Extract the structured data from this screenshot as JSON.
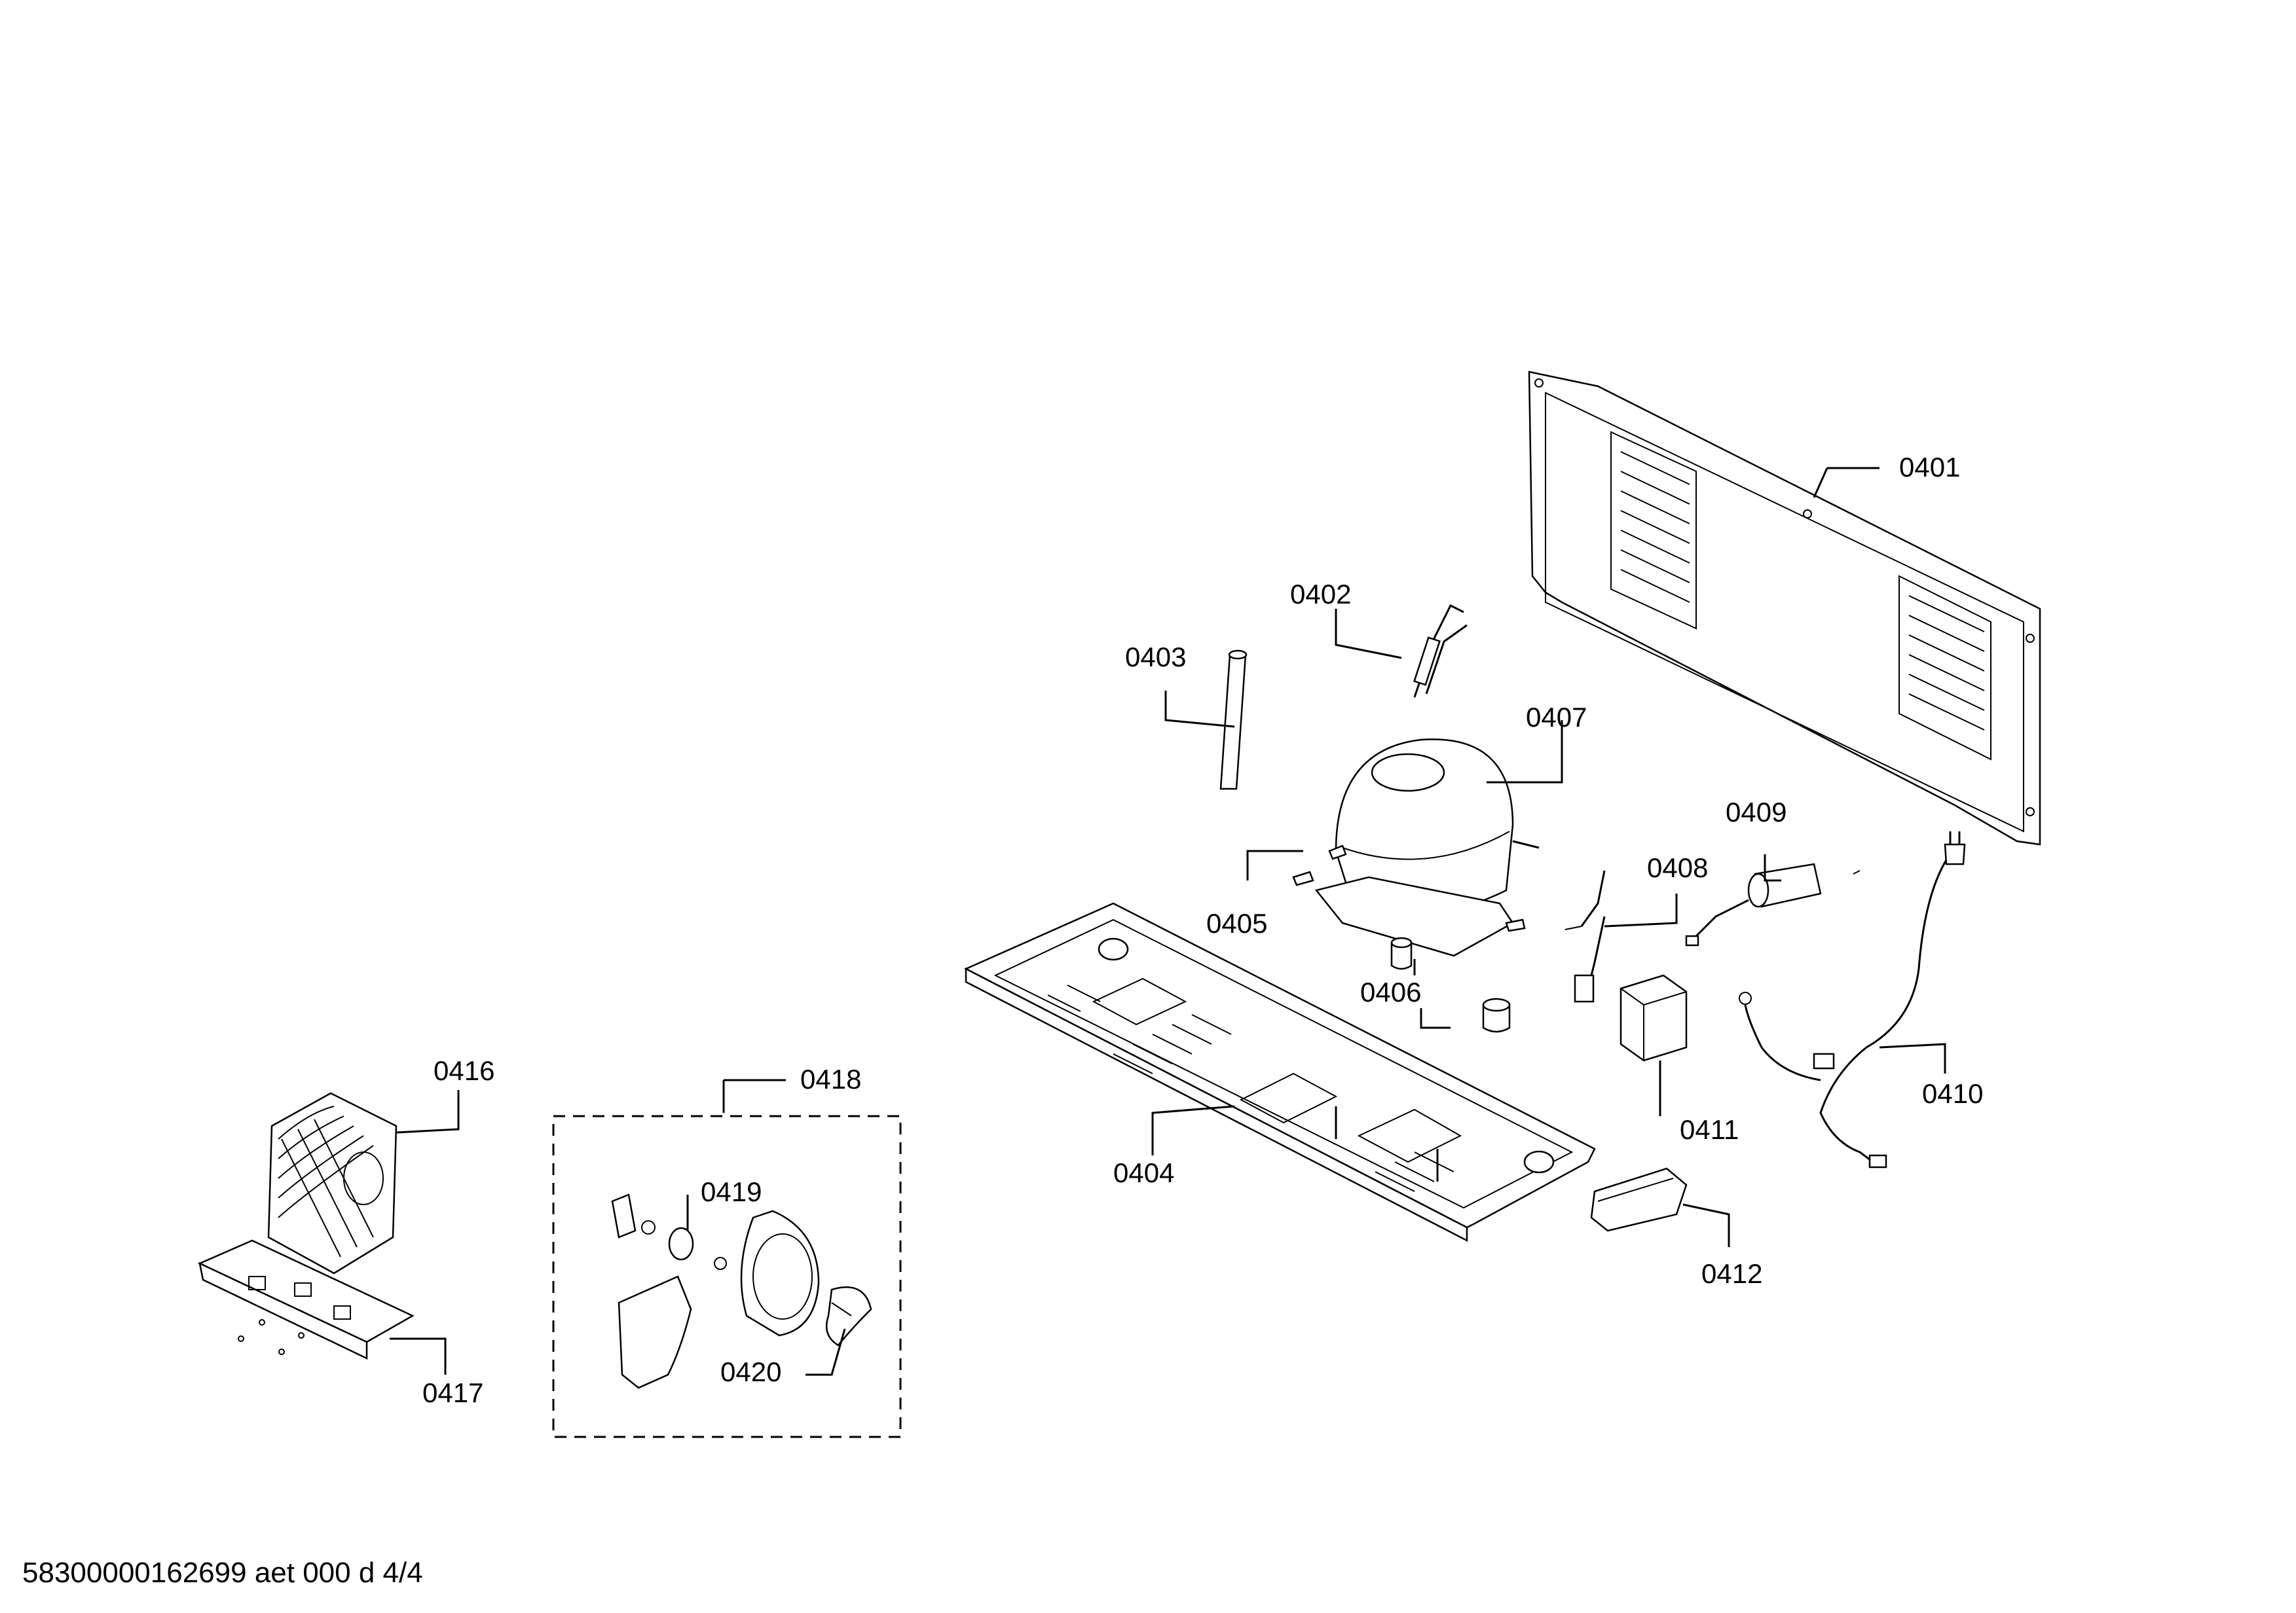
{
  "callouts": [
    {
      "id": "0401",
      "label": "0401"
    },
    {
      "id": "0402",
      "label": "0402"
    },
    {
      "id": "0403",
      "label": "0403"
    },
    {
      "id": "0404",
      "label": "0404"
    },
    {
      "id": "0405",
      "label": "0405"
    },
    {
      "id": "0406",
      "label": "0406"
    },
    {
      "id": "0407",
      "label": "0407"
    },
    {
      "id": "0408",
      "label": "0408"
    },
    {
      "id": "0409",
      "label": "0409"
    },
    {
      "id": "0410",
      "label": "0410"
    },
    {
      "id": "0411",
      "label": "0411"
    },
    {
      "id": "0412",
      "label": "0412"
    },
    {
      "id": "0416",
      "label": "0416"
    },
    {
      "id": "0417",
      "label": "0417"
    },
    {
      "id": "0418",
      "label": "0418"
    },
    {
      "id": "0419",
      "label": "0419"
    },
    {
      "id": "0420",
      "label": "0420"
    }
  ],
  "footer": {
    "text": "58300000162699 aet 000 d 4/4"
  }
}
